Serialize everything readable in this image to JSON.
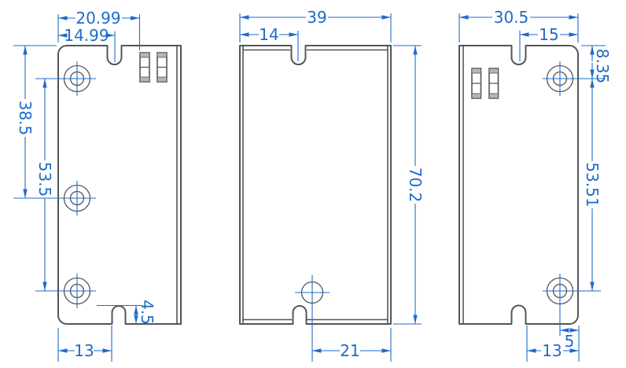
{
  "drawing": {
    "type": "engineering-dimension-drawing",
    "part": "sheet-metal enclosure panels, three orthographic views",
    "colors": {
      "dimension_blue": "#1e6bc8",
      "outline_gray": "#515659",
      "slot_fill": "#b4b7b9",
      "background": "#ffffff"
    },
    "views": {
      "left_side": {
        "dims": {
          "slot_offset": "20.99",
          "notch_offset": "14.99",
          "mid_hole_from_top": "38.5",
          "hole_spacing": "53.5",
          "bottom_notch_offset": "13",
          "bottom_notch_depth": "4.5"
        }
      },
      "bottom": {
        "dims": {
          "width": "39",
          "notch_offset": "14",
          "length": "70.2",
          "hole_to_edge": "21"
        }
      },
      "right_side": {
        "dims": {
          "width": "30.5",
          "notch_offset": "15",
          "top_hole_from_top": "8.35",
          "hole_spacing": "53.51",
          "hole_to_edge": "5",
          "bottom_notch_offset": "13"
        }
      }
    }
  }
}
